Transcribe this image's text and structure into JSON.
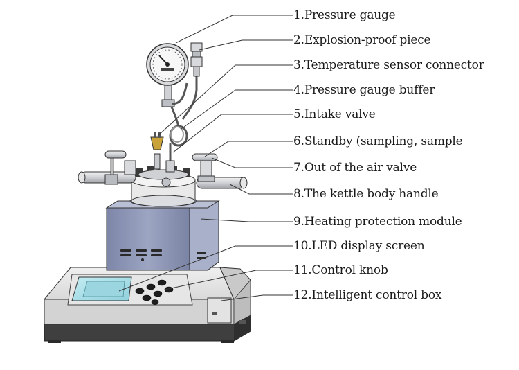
{
  "labels": [
    "1.Pressure gauge",
    "2.Explosion-proof piece",
    "3.Temperature sensor connector",
    "4.Pressure gauge buffer",
    "5.Intake valve",
    "6.Standby (sampling, sample",
    "7.Out of the air valve",
    "8.The kettle body handle",
    "9.Heating protection module",
    "10.LED display screen",
    "11.Control knob",
    "12.Intelligent control box"
  ],
  "colors": {
    "outline": "#2b2b2b",
    "leader": "#333333",
    "screen": "#a8dde6",
    "module": "#8d97b6",
    "metal": "#d4d6da",
    "box_front": "#d7d7d7",
    "box_base": "#474747"
  }
}
